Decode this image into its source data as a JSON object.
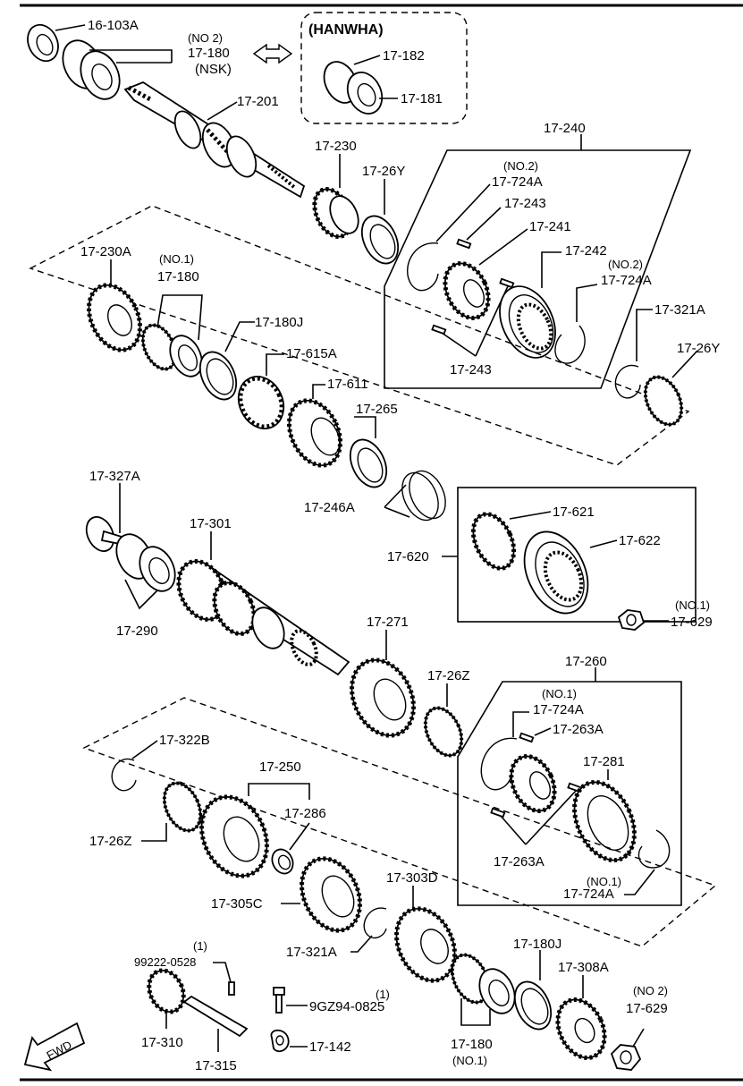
{
  "title": "",
  "callouts": {
    "c16_103A": "16-103A",
    "no2_a": "(NO 2)",
    "c17_180_top": "17-180",
    "nsk": "(NSK)",
    "hanwha": "(HANWHA)",
    "c17_182": "17-182",
    "c17_181": "17-181",
    "c17_201": "17-201",
    "c17_240": "17-240",
    "c17_230": "17-230",
    "c17_26Y_a": "17-26Y",
    "no2_b": "(NO.2)",
    "c17_724A_a": "17-724A",
    "c17_243_a": "17-243",
    "c17_241": "17-241",
    "c17_242": "17-242",
    "no2_c": "(NO.2)",
    "c17_724A_b": "17-724A",
    "c17_230A": "17-230A",
    "no1_a": "(NO.1)",
    "c17_180_mid": "17-180",
    "c17_180J_a": "17-180J",
    "c17_321A_a": "17-321A",
    "c17_26Y_b": "17-26Y",
    "c17_615A": "17-615A",
    "c17_243_b": "17-243",
    "c17_611": "17-611",
    "c17_265": "17-265",
    "c17_327A": "17-327A",
    "c17_246A": "17-246A",
    "c17_301": "17-301",
    "c17_621": "17-621",
    "c17_620": "17-620",
    "c17_622": "17-622",
    "c17_290": "17-290",
    "no1_b": "(NO.1)",
    "c17_629_a": "17-629",
    "c17_271": "17-271",
    "c17_26Z_a": "17-26Z",
    "c17_260": "17-260",
    "no1_c": "(NO.1)",
    "c17_724A_c": "17-724A",
    "c17_263A_a": "17-263A",
    "c17_322B": "17-322B",
    "c17_281": "17-281",
    "c17_250": "17-250",
    "c17_286": "17-286",
    "c17_26Z_b": "17-26Z",
    "c17_263A_b": "17-263A",
    "no1_d": "(NO.1)",
    "c17_724A_d": "17-724A",
    "c17_303D": "17-303D",
    "c17_305C": "17-305C",
    "c17_321A_b": "17-321A",
    "c17_180J_b": "17-180J",
    "one_a": "(1)",
    "c99222": "99222-0528",
    "c17_308A": "17-308A",
    "one_b": "(1)",
    "c9GZ94": "9GZ94-0825",
    "no2_d": "(NO 2)",
    "c17_629_b": "17-629",
    "c17_310": "17-310",
    "c17_142": "17-142",
    "c17_180_bot": "17-180",
    "no1_e": "(NO.1)",
    "c17_315": "17-315",
    "fwd": "FWD"
  }
}
